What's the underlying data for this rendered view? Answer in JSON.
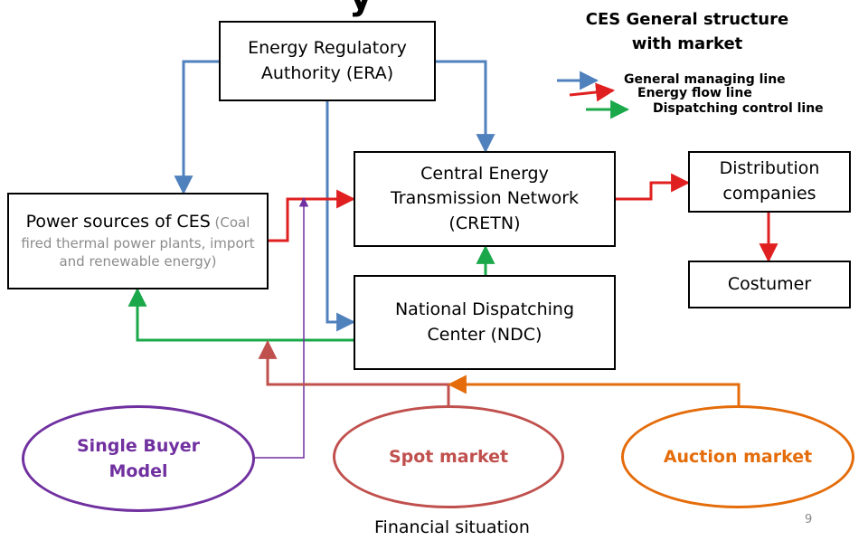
{
  "title_fragment": "y",
  "header": {
    "line1": "CES General structure",
    "line2": "with market"
  },
  "legend": {
    "items": [
      {
        "label": "General managing line",
        "color": "#4f81bd"
      },
      {
        "label": "Energy flow line",
        "color": "#e02020"
      },
      {
        "label": "Dispatching control line",
        "color": "#1ba84a"
      }
    ]
  },
  "nodes": {
    "era": {
      "line1": "Energy Regulatory",
      "line2": "Authority (ERA)"
    },
    "power": {
      "main": "Power sources of CES",
      "sub1": " (Coal",
      "sub2": "fired thermal power plants, import",
      "sub3": "and renewable energy)"
    },
    "cretn": {
      "line1": "Central Energy",
      "line2": "Transmission Network",
      "line3": "(CRETN)"
    },
    "ndc": {
      "line1": "National Dispatching",
      "line2": "Center (NDC)"
    },
    "distribution": {
      "line1": "Distribution",
      "line2": "companies"
    },
    "customer": {
      "label": "Costumer"
    }
  },
  "markets": {
    "single_buyer": {
      "line1": "Single Buyer",
      "line2": "Model",
      "color": "#7030a0"
    },
    "spot": {
      "label": "Spot market",
      "color": "#c0504d"
    },
    "auction": {
      "label": "Auction market",
      "color": "#e46c0a"
    }
  },
  "footer": {
    "caption": "Financial situation",
    "page_number": "9"
  }
}
